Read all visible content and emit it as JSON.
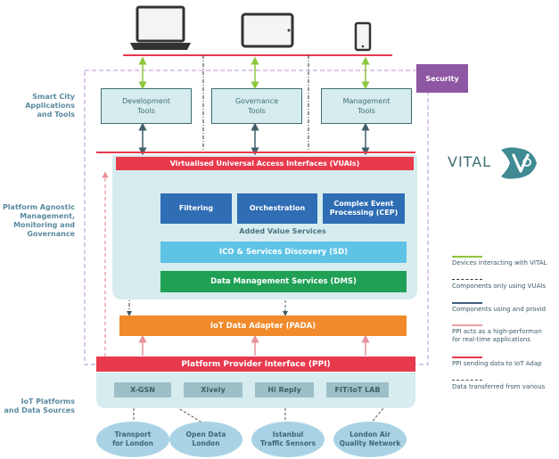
{
  "side_labels": {
    "apps": [
      "Smart City",
      "Applications",
      "and Tools"
    ],
    "platform": [
      "Platform Agnostic",
      "Management,",
      "Monitoring and",
      "Governance"
    ],
    "iot": [
      "IoT Platforms",
      "and Data Sources"
    ]
  },
  "security_label": "Security",
  "tools": [
    {
      "line1": "Development",
      "line2": "Tools"
    },
    {
      "line1": "Governance",
      "line2": "Tools"
    },
    {
      "line1": "Management",
      "line2": "Tools"
    }
  ],
  "vuai_label": "Virtualised Universal Access Interfaces (VUAIs)",
  "value_services": [
    {
      "line1": "Filtering",
      "line2": ""
    },
    {
      "line1": "Orchestration",
      "line2": ""
    },
    {
      "line1": "Complex Event",
      "line2": "Processing (CEP)"
    }
  ],
  "added_value_label": "Added Value Services",
  "icos_label": "ICO & Services Discovery (SD)",
  "dms_label": "Data Management Services (DMS)",
  "pada_label": "IoT Data Adapter (PADA)",
  "ppi_label": "Platform Provider Interface (PPI)",
  "platforms": [
    "X-GSN",
    "Xively",
    "Hi Reply",
    "FIT/IoT LAB"
  ],
  "sources": [
    {
      "line1": "Transport",
      "line2": "for London"
    },
    {
      "line1": "Open Data",
      "line2": "London"
    },
    {
      "line1": "Istanbul",
      "line2": "Traffic Sensors"
    },
    {
      "line1": "London Air",
      "line2": "Quality Network"
    }
  ],
  "logo_text": "VITAL",
  "legend": [
    {
      "text": "Devices interacting with VITAL",
      "color": "#8dc63f",
      "style": "solid"
    },
    {
      "text": "Components only using VUAIs",
      "color": "#333333",
      "style": "dashdot"
    },
    {
      "text": "Components using and provid",
      "color": "#3f5f7f",
      "style": "solid"
    },
    {
      "text": "PPI acts as a high-performan",
      "text2": "for real-time applications",
      "color": "#e8a0a0",
      "style": "solid"
    },
    {
      "text": "PPI sending data to IoT Adap",
      "color": "#e8394d",
      "style": "solid"
    },
    {
      "text": "Data transferred from various",
      "color": "#555555",
      "style": "dashed"
    }
  ],
  "colors": {
    "red_bar": "#e8394d",
    "teal_panel": "#d6ecee",
    "blue_box": "#2f6db4",
    "cyan_bar": "#5ec3e5",
    "green_bar": "#1fa055",
    "orange_bar": "#f08a2a",
    "security": "#8e57a3",
    "green_arrow": "#8dc63f"
  }
}
